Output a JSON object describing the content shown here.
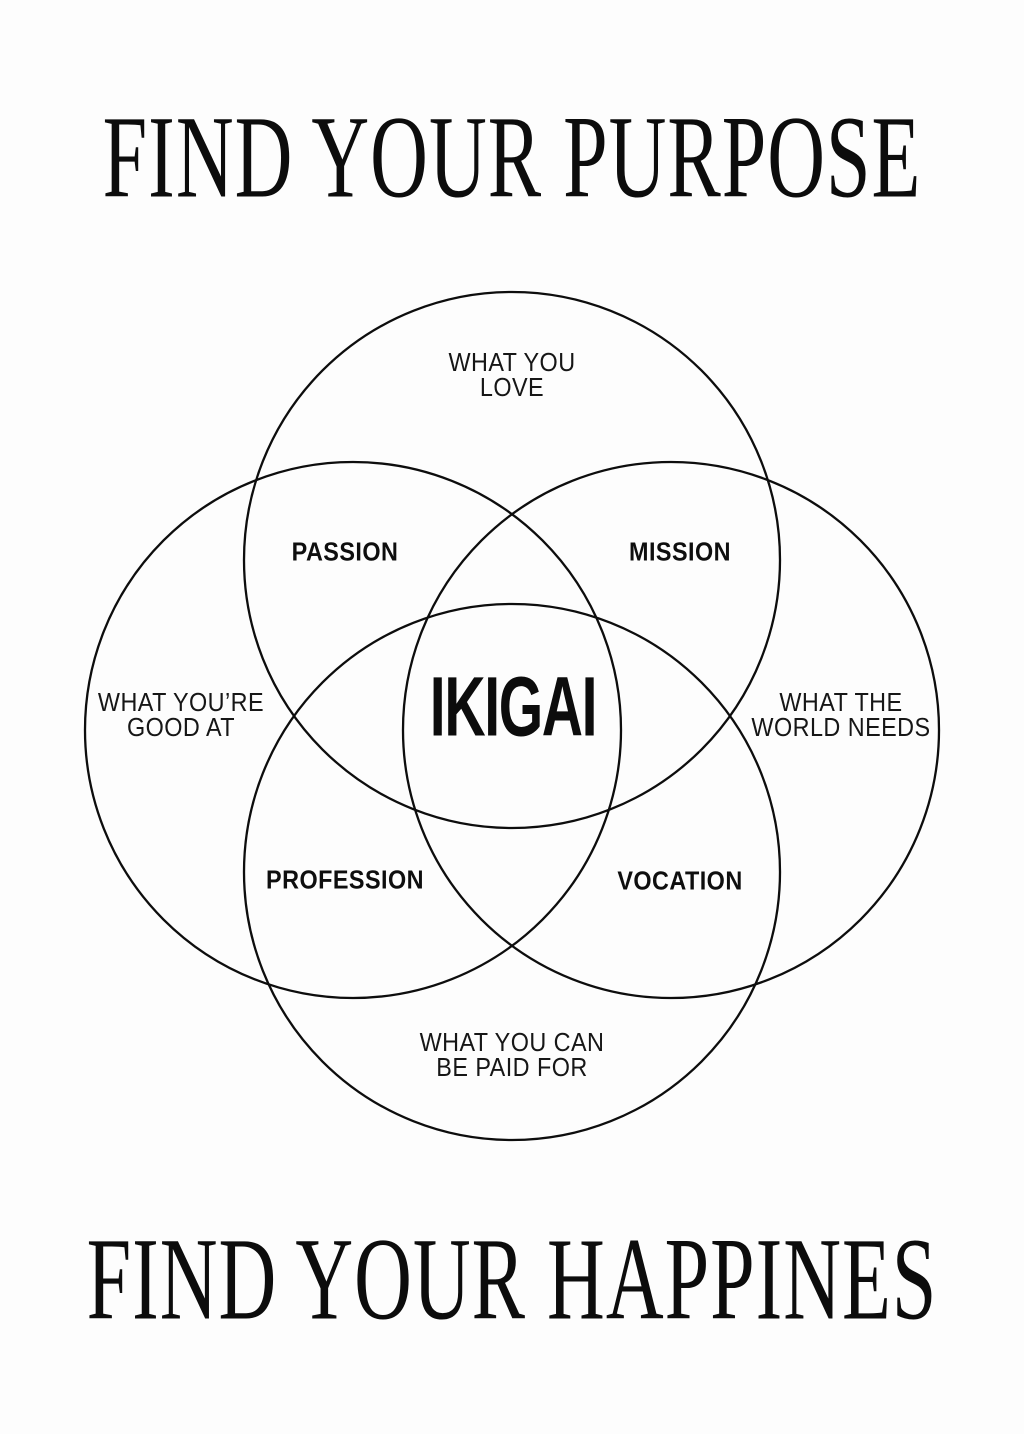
{
  "poster": {
    "title_top": "FIND YOUR PURPOSE",
    "title_bottom": "FIND YOUR HAPPINES",
    "colors": {
      "background": "#fdfdfd",
      "ink": "#0d0d0d"
    }
  },
  "venn": {
    "center": "IKIGAI",
    "outer_labels": {
      "love": {
        "line1": "WHAT YOU",
        "line2": "LOVE"
      },
      "good_at": {
        "line1": "WHAT YOU’RE",
        "line2": "GOOD AT"
      },
      "world_needs": {
        "line1": "WHAT THE",
        "line2": "WORLD NEEDS"
      },
      "paid_for": {
        "line1": "WHAT YOU CAN",
        "line2": "BE PAID FOR"
      }
    },
    "overlap_labels": {
      "passion": "PASSION",
      "mission": "MISSION",
      "profession": "PROFESSION",
      "vocation": "VOCATION"
    }
  }
}
